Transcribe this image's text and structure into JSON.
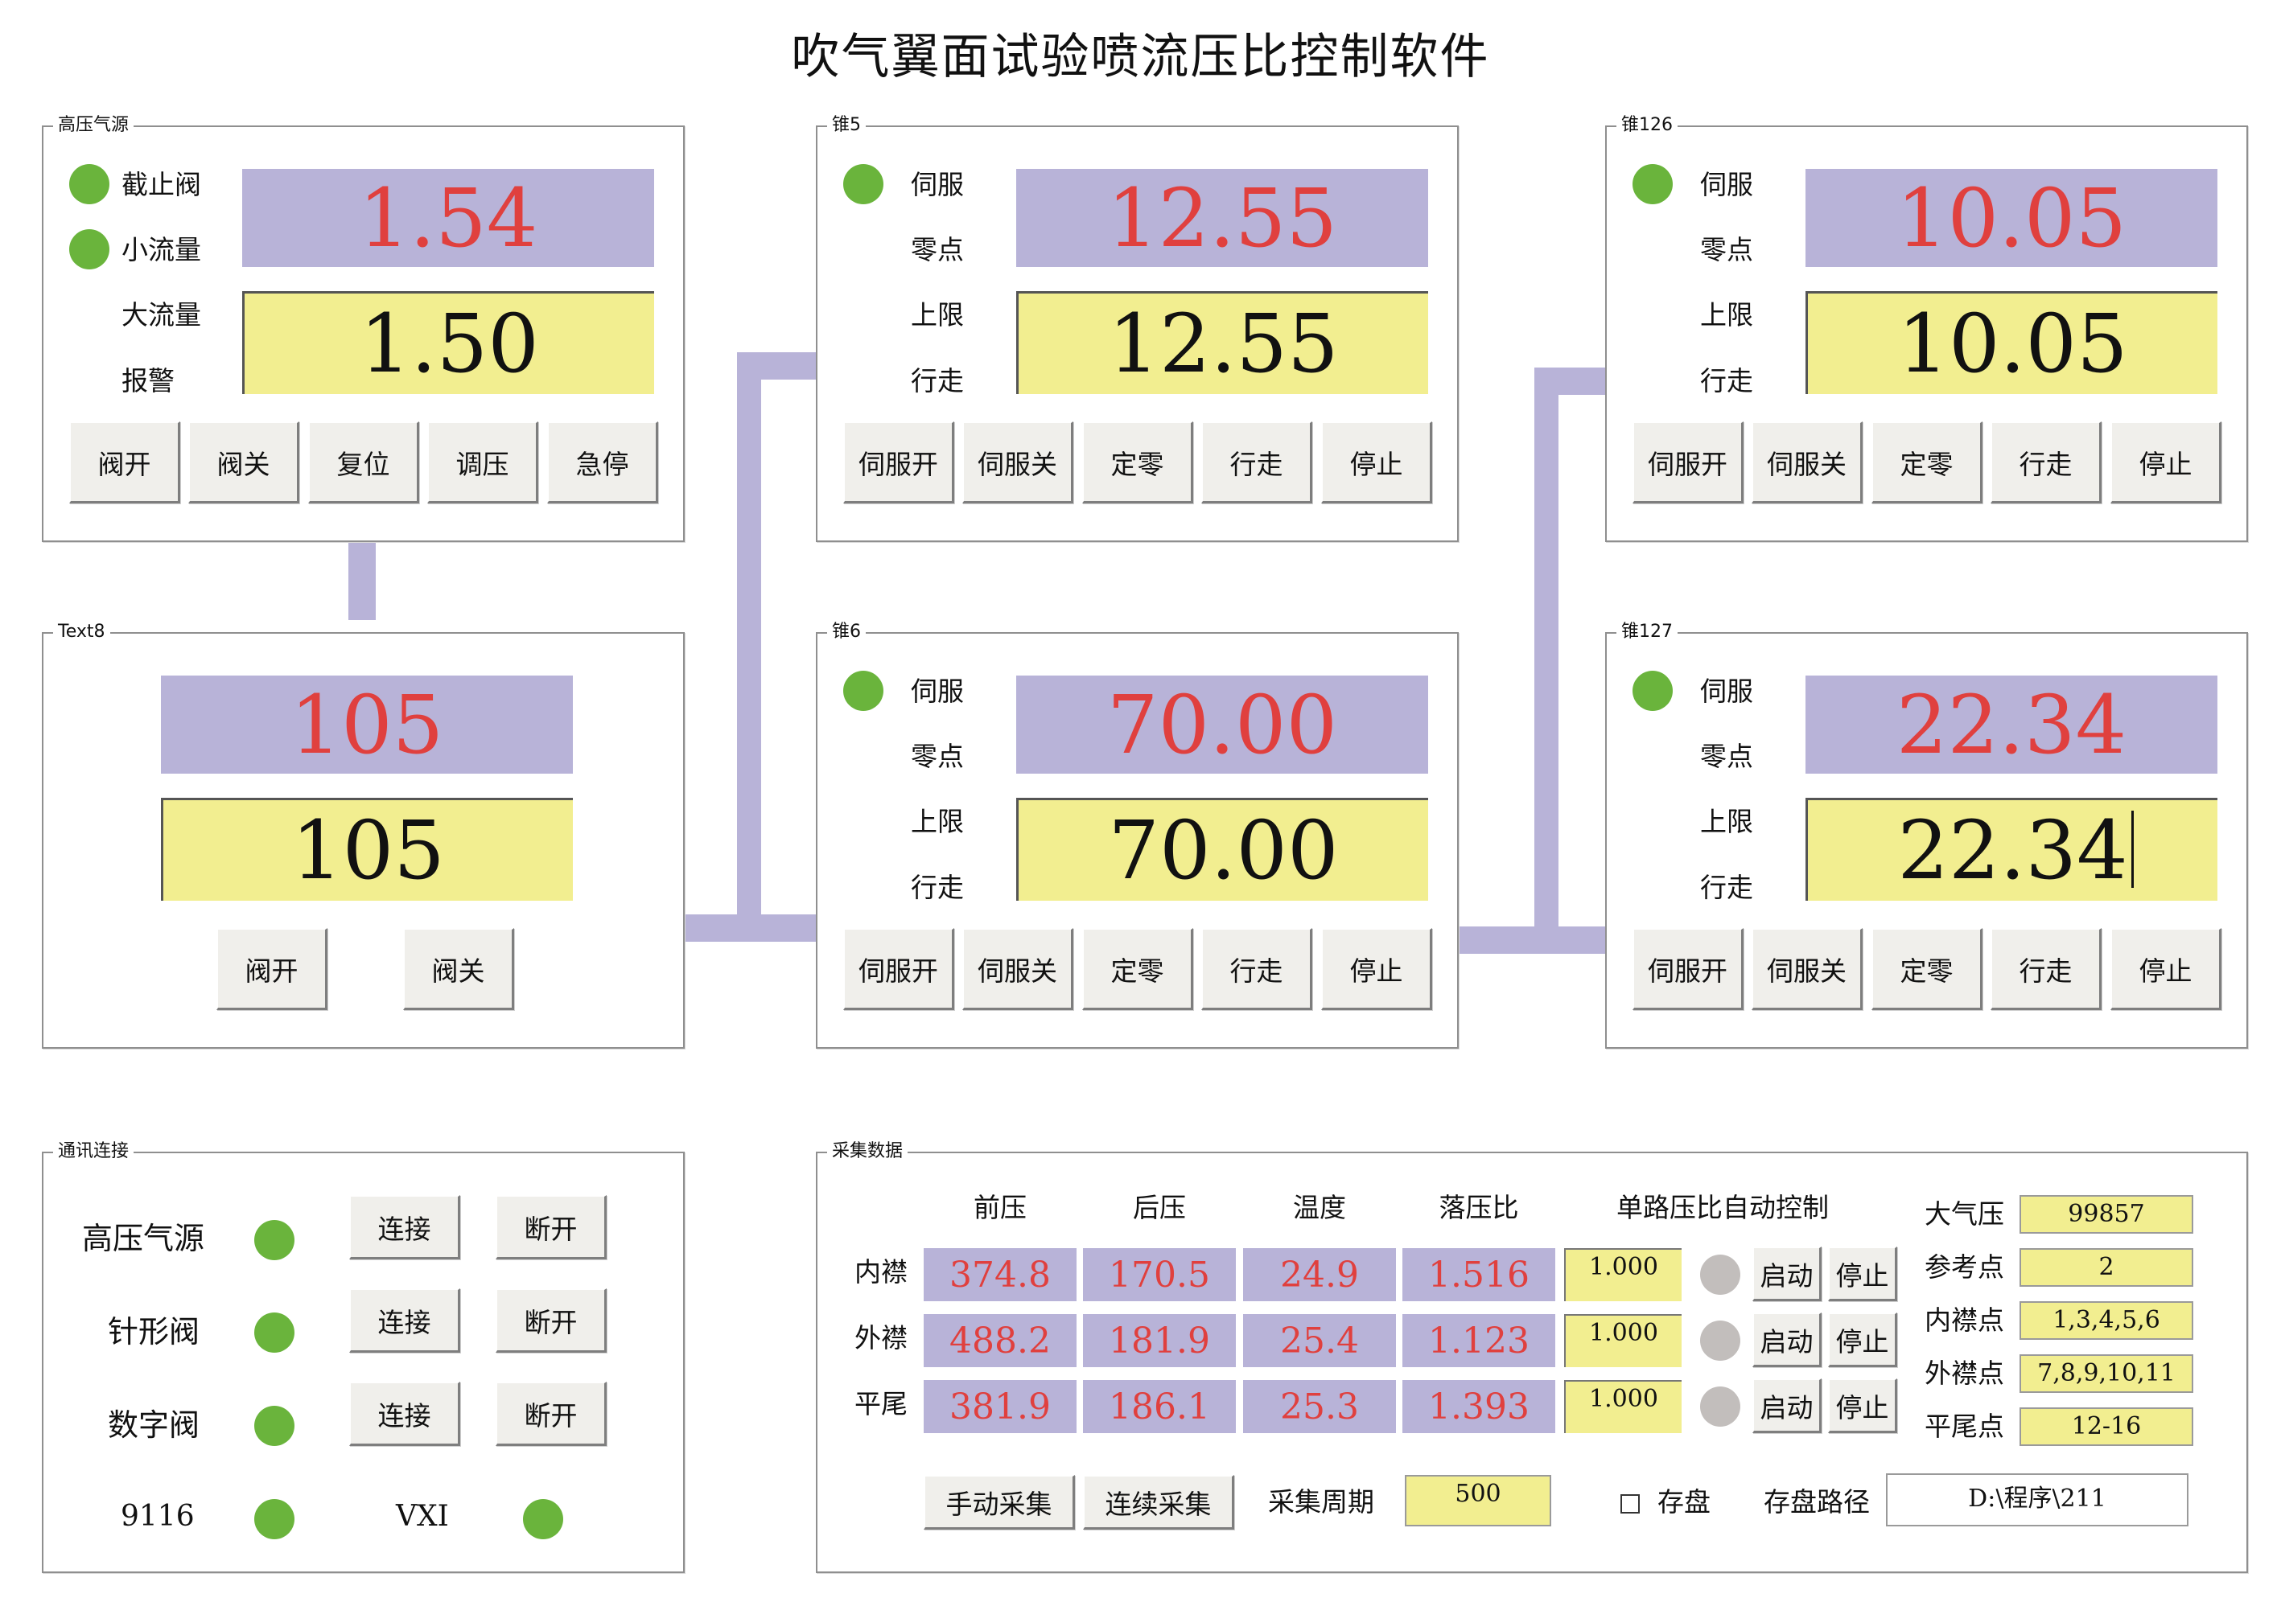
{
  "app_title": "吹气翼面试验喷流压比控制软件",
  "high_pressure": {
    "legend": "高压气源",
    "indicators": [
      "截止阀",
      "小流量"
    ],
    "labels": [
      "大流量",
      "报警"
    ],
    "display_value": "1.54",
    "setpoint_value": "1.50",
    "buttons": [
      "阀开",
      "阀关",
      "复位",
      "调压",
      "急停"
    ]
  },
  "text8": {
    "legend": "Text8",
    "display_value": "105",
    "setpoint_value": "105",
    "buttons": [
      "阀开",
      "阀关"
    ]
  },
  "servo_labels": [
    "伺服",
    "零点",
    "上限",
    "行走"
  ],
  "servo_buttons": [
    "伺服开",
    "伺服关",
    "定零",
    "行走",
    "停止"
  ],
  "cone5": {
    "legend": "锥5",
    "display_value": "12.55",
    "setpoint_value": "12.55"
  },
  "cone6": {
    "legend": "锥6",
    "display_value": "70.00",
    "setpoint_value": "70.00"
  },
  "cone126": {
    "legend": "锥126",
    "display_value": "10.05",
    "setpoint_value": "10.05"
  },
  "cone127": {
    "legend": "锥127",
    "display_value": "22.34",
    "setpoint_value": "22.34"
  },
  "comm": {
    "legend": "通讯连接",
    "rows": [
      {
        "label": "高压气源",
        "connect": "连接",
        "disconnect": "断开"
      },
      {
        "label": "针形阀",
        "connect": "连接",
        "disconnect": "断开"
      },
      {
        "label": "数字阀",
        "connect": "连接",
        "disconnect": "断开"
      }
    ],
    "extra": [
      "9116",
      "VXI"
    ]
  },
  "acquisition": {
    "legend": "采集数据",
    "columns": [
      "前压",
      "后压",
      "温度",
      "落压比",
      "单路压比自动控制"
    ],
    "rows": [
      {
        "name": "内襟",
        "values": [
          "374.8",
          "170.5",
          "24.9",
          "1.516"
        ],
        "ratio": "1.000",
        "start": "启动",
        "stop": "停止"
      },
      {
        "name": "外襟",
        "values": [
          "488.2",
          "181.9",
          "25.4",
          "1.123"
        ],
        "ratio": "1.000",
        "start": "启动",
        "stop": "停止"
      },
      {
        "name": "平尾",
        "values": [
          "381.9",
          "186.1",
          "25.3",
          "1.393"
        ],
        "ratio": "1.000",
        "start": "启动",
        "stop": "停止"
      }
    ],
    "right_fields": [
      {
        "label": "大气压",
        "value": "99857"
      },
      {
        "label": "参考点",
        "value": "2"
      },
      {
        "label": "内襟点",
        "value": "1,3,4,5,6"
      },
      {
        "label": "外襟点",
        "value": "7,8,9,10,11"
      },
      {
        "label": "平尾点",
        "value": "12-16"
      }
    ],
    "manual_button": "手动采集",
    "continuous_button": "连续采集",
    "period_label": "采集周期",
    "period_value": "500",
    "save_label": "存盘",
    "path_label": "存盘路径",
    "path_value": "D:\\程序\\211"
  },
  "colors": {
    "display_bg": "#b8b3d8",
    "display_text": "#e0403e",
    "setpoint_bg": "#f2ee90",
    "led_on": "#6ab43c",
    "led_off": "#c2bebc",
    "pipe": "#b8b3d8"
  }
}
